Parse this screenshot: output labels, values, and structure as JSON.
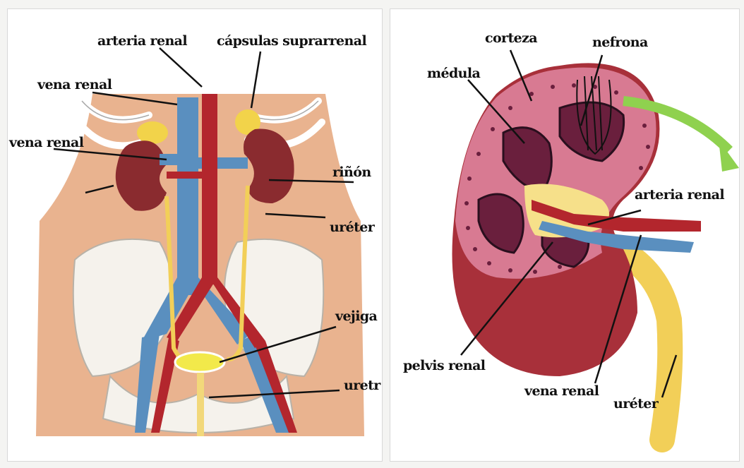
{
  "left_panel": {
    "labels": {
      "arteria_renal": "arteria renal",
      "capsulas_suprarrenal": "cápsulas suprarrenal",
      "vena_renal_top": "vena renal",
      "vena_renal_mid": "vena renal",
      "rinon": "riñón",
      "ureter": "uréter",
      "vejiga": "vejiga",
      "uretra": "uretr"
    }
  },
  "right_panel": {
    "labels": {
      "corteza": "corteza",
      "nefrona": "nefrona",
      "medula": "médula",
      "arteria_renal": "arteria renal",
      "pelvis_renal": "pelvis renal",
      "vena_renal": "vena renal",
      "ureter": "uréter"
    }
  },
  "colors": {
    "skin": "#e9b38f",
    "kidney": "#8a2b2f",
    "vein": "#5a8fbf",
    "artery": "#b3262d",
    "adrenal": "#f2d34a",
    "ureter": "#f2cf58",
    "bone": "#f5f2ec",
    "cortex": "#d87a92",
    "medulla": "#6a1f3d",
    "arrow": "#8fd14f"
  }
}
